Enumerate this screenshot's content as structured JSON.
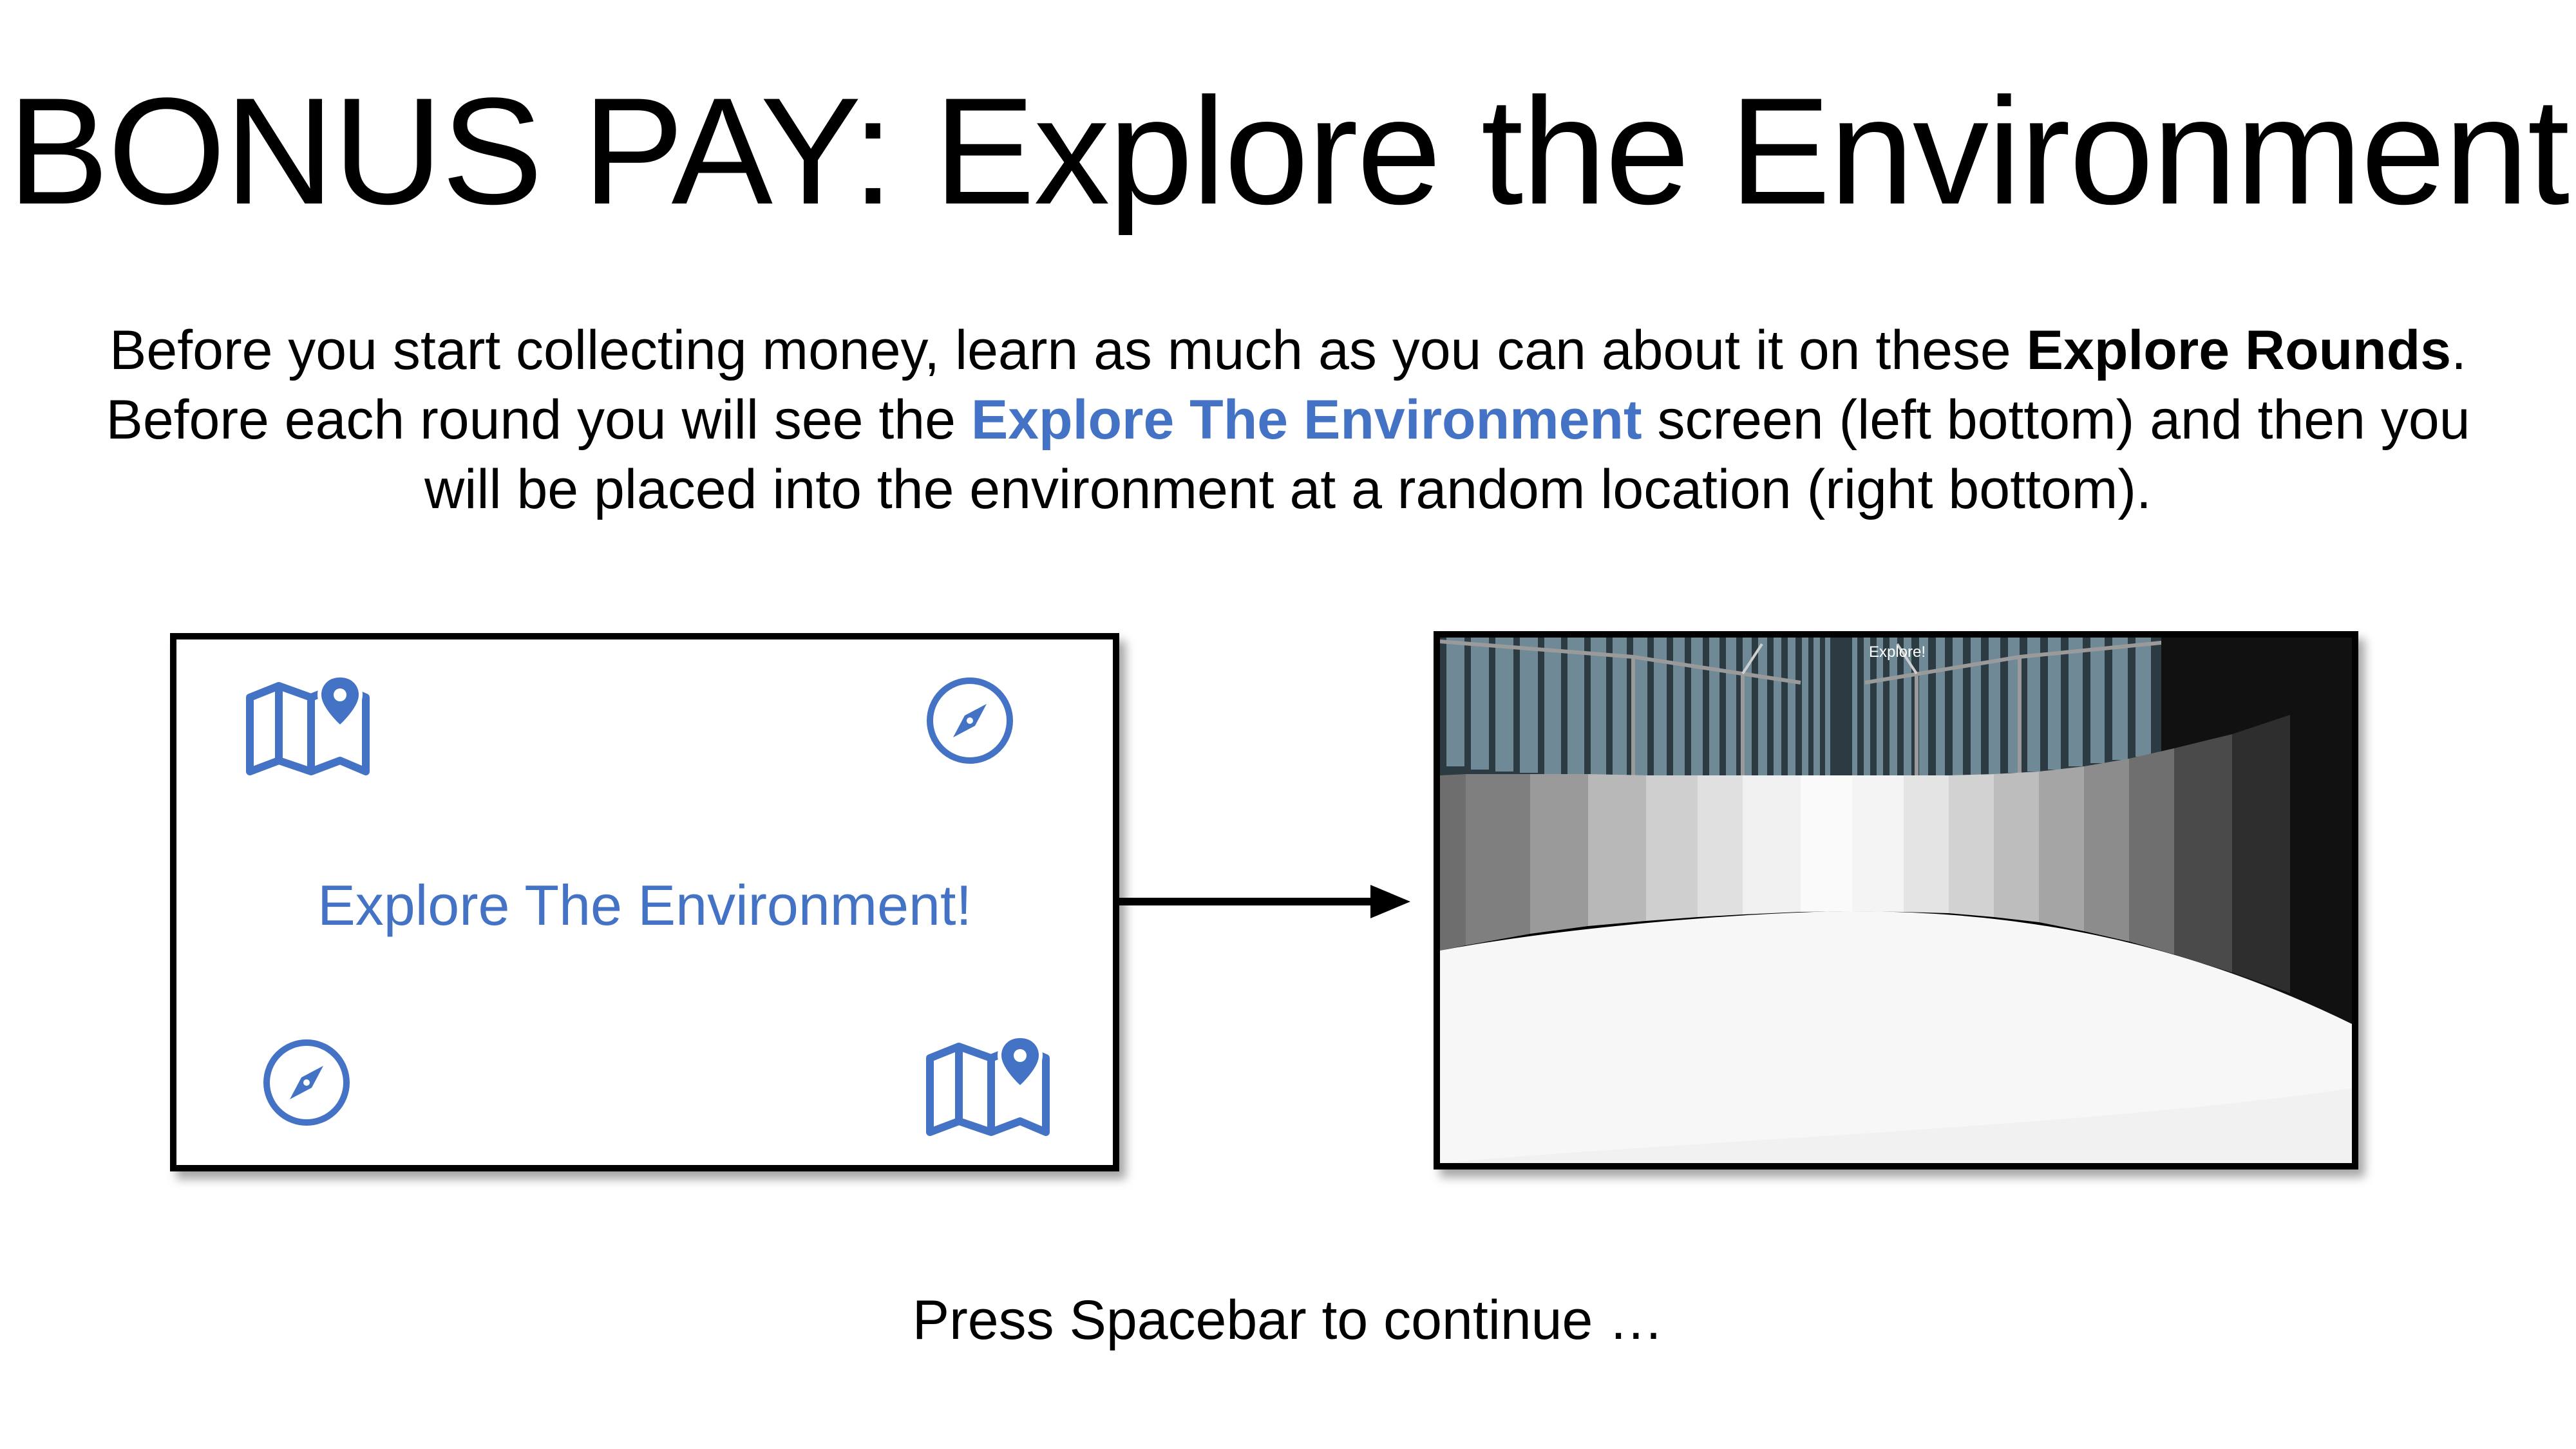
{
  "slide": {
    "title_bold": "BONUS PAY:",
    "title_rest": " Explore the Environment",
    "intro": {
      "line1_a": "Before you start collecting money, learn as much as you can about it on these ",
      "line1_bold": "Explore Rounds",
      "line1_b": ".",
      "line2_a": "Before each round you will see the ",
      "line2_accent": "Explore The Environment",
      "line2_b": " screen (left bottom) and then you",
      "line3": "will be placed into the environment at a random location (right bottom)."
    },
    "footer": "Press Spacebar to continue …"
  },
  "explore_screen": {
    "label": "Explore The Environment!",
    "icons": [
      "map-pin-icon",
      "compass-icon",
      "compass-icon",
      "map-pin-icon"
    ]
  },
  "environment_view": {
    "hud_label": "Explore!"
  },
  "colors": {
    "accent": "#4472c4",
    "text": "#000000",
    "border": "#000000"
  }
}
